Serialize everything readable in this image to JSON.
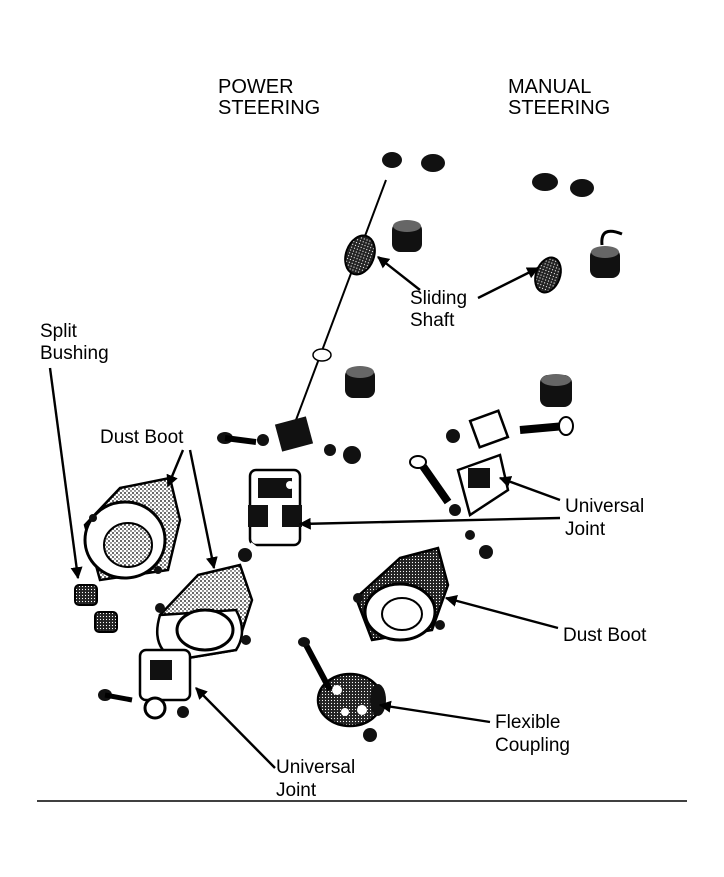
{
  "headers": {
    "power": [
      "POWER",
      "STEERING"
    ],
    "manual": [
      "MANUAL",
      "STEERING"
    ]
  },
  "labels": {
    "split_bushing": [
      "Split",
      "Bushing"
    ],
    "dust_boot_left": "Dust Boot",
    "sliding_shaft": [
      "Sliding",
      "Shaft"
    ],
    "universal_joint_right": [
      "Universal",
      "Joint"
    ],
    "dust_boot_right": "Dust Boot",
    "flexible_coupling": [
      "Flexible",
      "Coupling"
    ],
    "universal_joint_bottom": [
      "Universal",
      "Joint"
    ]
  },
  "colors": {
    "ink": "#000000",
    "paper": "#ffffff",
    "mid": "#5a5a5a"
  }
}
